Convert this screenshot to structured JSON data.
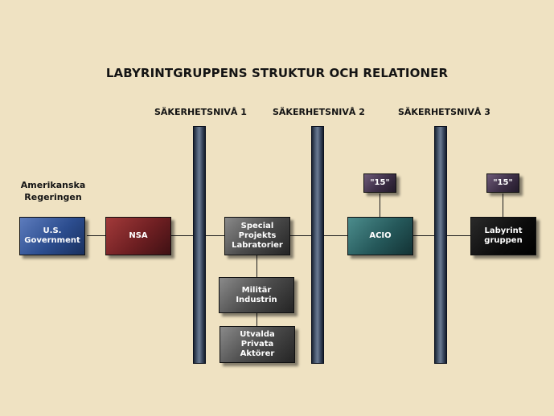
{
  "title": "LABYRINTGRUPPENS STRUKTUR OCH RELATIONER",
  "levels": {
    "level1": "SÄKERHETSNIVÅ 1",
    "level2": "SÄKERHETSNIVÅ 2",
    "level3": "SÄKERHETSNIVÅ 3"
  },
  "side_label": "Amerikanska\nRegeringen",
  "nodes": {
    "us_government": "U.S.\nGovernment",
    "nsa": "NSA",
    "special_projekts": "Special\nProjekts\nLabratorier",
    "acio": "ACIO",
    "labyrint_gruppen": "Labyrint\ngruppen",
    "militar_industrin": "Militär\nIndustrin",
    "utvalda_privata": "Utvalda\nPrivata\nAktörer",
    "acio_badge": "\"15\"",
    "labyrint_badge": "\"15\""
  },
  "colors": {
    "background": "#efe2c2",
    "us_government": "#2c4d8f",
    "nsa": "#6e1f22",
    "gray_nodes": "#4c4c4c",
    "acio": "#25585a",
    "labyrint_gruppen": "#0b0b0b",
    "badges": "#3d2f47",
    "pillars": "#4a5a72"
  }
}
